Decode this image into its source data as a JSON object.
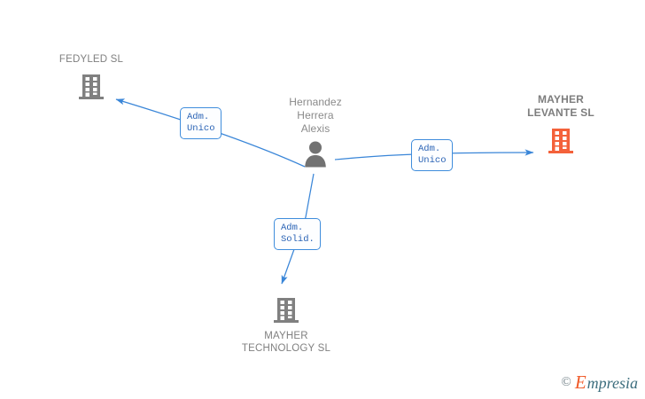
{
  "diagram": {
    "type": "company-relationship-graph",
    "colors": {
      "edge": "#3f8ddc",
      "label_text": "#2a63b5",
      "label_border": "#3f8ddc",
      "node_gray": "#808080",
      "node_highlight": "#f4613a",
      "background": "#ffffff"
    },
    "nodes": [
      {
        "id": "fedyled",
        "label": "FEDYLED SL",
        "lines": [
          "FEDYLED SL"
        ],
        "icon": "building-icon",
        "color": "#808080",
        "highlighted": false,
        "label_position": "above"
      },
      {
        "id": "person",
        "label": "Hernandez Herrera Alexis",
        "lines": [
          "Hernandez",
          "Herrera",
          "Alexis"
        ],
        "icon": "person-icon",
        "color": "#7a7a7a",
        "highlighted": false,
        "label_position": "above"
      },
      {
        "id": "mayher-levante",
        "label": "MAYHER LEVANTE SL",
        "lines": [
          "MAYHER",
          "LEVANTE SL"
        ],
        "icon": "building-icon",
        "color": "#f4613a",
        "highlighted": true,
        "label_position": "above"
      },
      {
        "id": "mayher-technology",
        "label": "MAYHER TECHNOLOGY SL",
        "lines": [
          "MAYHER",
          "TECHNOLOGY SL"
        ],
        "icon": "building-icon",
        "color": "#808080",
        "highlighted": false,
        "label_position": "below"
      }
    ],
    "edges": [
      {
        "id": "edge-person-fedyled",
        "from": "person",
        "to": "fedyled",
        "label_lines": [
          "Adm.",
          "Unico"
        ],
        "label": "Adm. Unico",
        "direction": "to-company"
      },
      {
        "id": "edge-person-mayher-levante",
        "from": "person",
        "to": "mayher-levante",
        "label_lines": [
          "Adm.",
          "Unico"
        ],
        "label": "Adm. Unico",
        "direction": "to-company"
      },
      {
        "id": "edge-person-mayher-technology",
        "from": "person",
        "to": "mayher-technology",
        "label_lines": [
          "Adm.",
          "Solid."
        ],
        "label": "Adm. Solid.",
        "direction": "to-company"
      }
    ]
  },
  "watermark": {
    "copyright": "©",
    "brand_first": "E",
    "brand_rest": "mpresia",
    "full": "© Empresia"
  }
}
